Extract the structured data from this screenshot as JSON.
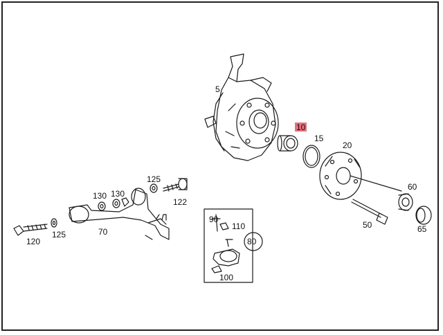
{
  "diagram": {
    "highlight_color": "#e8707a",
    "highlighted_part": "10",
    "labels": {
      "p5": "5",
      "p10": "10",
      "p15": "15",
      "p20": "20",
      "p50": "50",
      "p60": "60",
      "p65": "65",
      "p70": "70",
      "p80": "80",
      "p90": "90",
      "p100": "100",
      "p110": "110",
      "p120": "120",
      "p122": "122",
      "p125a": "125",
      "p125b": "125",
      "p130a": "130",
      "p130b": "130"
    }
  }
}
